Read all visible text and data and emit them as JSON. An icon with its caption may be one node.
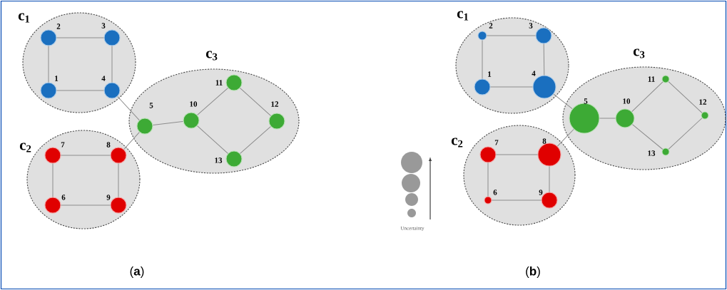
{
  "diagram": {
    "nodes": [
      {
        "text": [
          "c$_{1}$"
        ]
      },
      {
        "text": [],
        "shape": "circle",
        "in": 0,
        "beside": [
          "1"
        ]
      },
      {
        "text": [],
        "shape": "circle",
        "in": 0,
        "beside": [
          "2"
        ]
      },
      {
        "text": [],
        "shape": "circle",
        "in": 0,
        "beside": [
          "3"
        ]
      },
      {
        "text": [],
        "shape": "circle",
        "in": 0,
        "beside": [
          "4"
        ]
      },
      {
        "text": [
          "c$_{2}$"
        ]
      },
      {
        "text": [],
        "shape": "circle",
        "in": 5,
        "beside": [
          "6"
        ]
      },
      {
        "text": [],
        "shape": "circle",
        "in": 5,
        "beside": [
          "7"
        ]
      },
      {
        "text": [],
        "shape": "circle",
        "in": 5,
        "beside": [
          "8"
        ]
      },
      {
        "text": [],
        "shape": "circle",
        "in": 5,
        "beside": [
          "9"
        ]
      },
      {
        "text": [
          "c$_{3}$"
        ]
      },
      {
        "text": [],
        "shape": "circle",
        "in": 10,
        "beside": [
          "5"
        ]
      },
      {
        "text": [],
        "shape": "circle",
        "in": 10,
        "beside": [
          "10"
        ]
      },
      {
        "text": [],
        "shape": "circle",
        "in": 10,
        "beside": [
          "11"
        ]
      },
      {
        "text": [],
        "shape": "circle",
        "in": 10,
        "beside": [
          "12"
        ]
      },
      {
        "text": [],
        "shape": "circle",
        "in": 10,
        "beside": [
          "13"
        ]
      },
      {
        "text": [
          "c$_{1}$"
        ]
      },
      {
        "text": [],
        "shape": "circle",
        "in": 16,
        "beside": [
          "1"
        ]
      },
      {
        "text": [],
        "shape": "circle",
        "in": 16,
        "beside": [
          "2"
        ]
      },
      {
        "text": [],
        "shape": "circle",
        "in": 16,
        "beside": [
          "3"
        ]
      },
      {
        "text": [],
        "shape": "circle",
        "in": 16,
        "beside": [
          "4"
        ]
      },
      {
        "text": [
          "c$_{2}$"
        ]
      },
      {
        "text": [],
        "shape": "circle",
        "in": 21,
        "beside": [
          "6"
        ]
      },
      {
        "text": [],
        "shape": "circle",
        "in": 21,
        "beside": [
          "7"
        ]
      },
      {
        "text": [],
        "shape": "circle",
        "in": 21,
        "beside": [
          "8"
        ]
      },
      {
        "text": [],
        "shape": "circle",
        "in": 21,
        "beside": [
          "9"
        ]
      },
      {
        "text": [
          "c$_{3}$"
        ]
      },
      {
        "text": [],
        "shape": "circle",
        "in": 26,
        "beside": [
          "5"
        ]
      },
      {
        "text": [],
        "shape": "circle",
        "in": 26,
        "beside": [
          "10"
        ]
      },
      {
        "text": [],
        "shape": "circle",
        "in": 26,
        "beside": [
          "11"
        ]
      },
      {
        "text": [],
        "shape": "circle",
        "in": 26,
        "beside": [
          "12"
        ]
      },
      {
        "text": [],
        "shape": "circle",
        "in": 26,
        "beside": [
          "13"
        ]
      }
    ],
    "edges": [
      {
        "from": 2,
        "to": 3,
        "arrow": "none"
      },
      {
        "from": 1,
        "to": 2,
        "arrow": "none"
      },
      {
        "from": 3,
        "to": 4,
        "arrow": "none"
      },
      {
        "from": 1,
        "to": 4,
        "arrow": "none"
      },
      {
        "from": 4,
        "to": 11,
        "arrow": "none"
      },
      {
        "from": 11,
        "to": 12,
        "arrow": "none"
      },
      {
        "from": 12,
        "to": 13,
        "arrow": "none"
      },
      {
        "from": 13,
        "to": 14,
        "arrow": "none"
      },
      {
        "from": 14,
        "to": 15,
        "arrow": "none"
      },
      {
        "from": 12,
        "to": 15,
        "arrow": "none"
      },
      {
        "from": 11,
        "to": 8,
        "arrow": "none"
      },
      {
        "from": 7,
        "to": 8,
        "arrow": "none"
      },
      {
        "from": 6,
        "to": 7,
        "arrow": "none"
      },
      {
        "from": 8,
        "to": 9,
        "arrow": "none"
      },
      {
        "from": 6,
        "to": 9,
        "arrow": "none"
      },
      {
        "from": 18,
        "to": 19,
        "arrow": "none"
      },
      {
        "from": 17,
        "to": 18,
        "arrow": "none"
      },
      {
        "from": 19,
        "to": 20,
        "arrow": "none"
      },
      {
        "from": 17,
        "to": 20,
        "arrow": "none"
      },
      {
        "from": 20,
        "to": 27,
        "arrow": "none"
      },
      {
        "from": 27,
        "to": 28,
        "arrow": "none"
      },
      {
        "from": 28,
        "to": 29,
        "arrow": "none"
      },
      {
        "from": 29,
        "to": 30,
        "arrow": "none"
      },
      {
        "from": 30,
        "to": 31,
        "arrow": "none"
      },
      {
        "from": 28,
        "to": 31,
        "arrow": "none"
      },
      {
        "from": 27,
        "to": 24,
        "arrow": "none"
      },
      {
        "from": 23,
        "to": 24,
        "arrow": "none"
      },
      {
        "from": 22,
        "to": 23,
        "arrow": "none"
      },
      {
        "from": 24,
        "to": 25,
        "arrow": "none"
      },
      {
        "from": 22,
        "to": 25,
        "arrow": "none"
      }
    ],
    "labels": [
      "Uncertainty",
      "(**a**)",
      "(**b**)"
    ]
  }
}
